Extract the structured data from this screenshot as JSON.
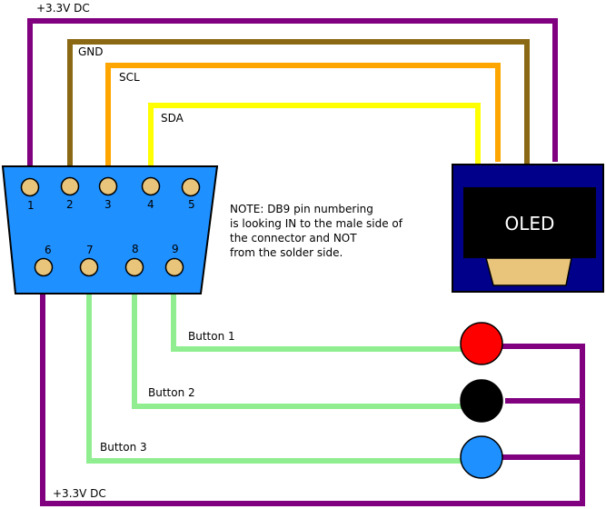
{
  "colors": {
    "vcc": "#800080",
    "gnd": "#8b6914",
    "scl": "#ffa500",
    "sda": "#ffff00",
    "button_wire": "#90ee90",
    "db9_body": "#1e90ff",
    "pin": "#e8c57a",
    "oled_board": "#00008b",
    "oled_screen": "#000000",
    "oled_connector": "#e8c57a",
    "button1": "#ff0000",
    "button2": "#000000",
    "button3": "#1e90ff"
  },
  "wire_labels": {
    "vcc_top": "+3.3V DC",
    "gnd": "GND",
    "scl": "SCL",
    "sda": "SDA",
    "button1": "Button 1",
    "button2": "Button 2",
    "button3": "Button 3",
    "vcc_bottom": "+3.3V DC"
  },
  "db9": {
    "top_pins": [
      "1",
      "2",
      "3",
      "4",
      "5"
    ],
    "bottom_pins": [
      "6",
      "7",
      "8",
      "9"
    ]
  },
  "oled": {
    "label": "OLED"
  },
  "note": {
    "lines": [
      "NOTE: DB9 pin numbering",
      "is looking IN to the male side of",
      "the connector and NOT",
      "from the solder side."
    ]
  },
  "buttons": [
    {
      "name": "Button 1",
      "color": "red"
    },
    {
      "name": "Button 2",
      "color": "black"
    },
    {
      "name": "Button 3",
      "color": "blue"
    }
  ]
}
